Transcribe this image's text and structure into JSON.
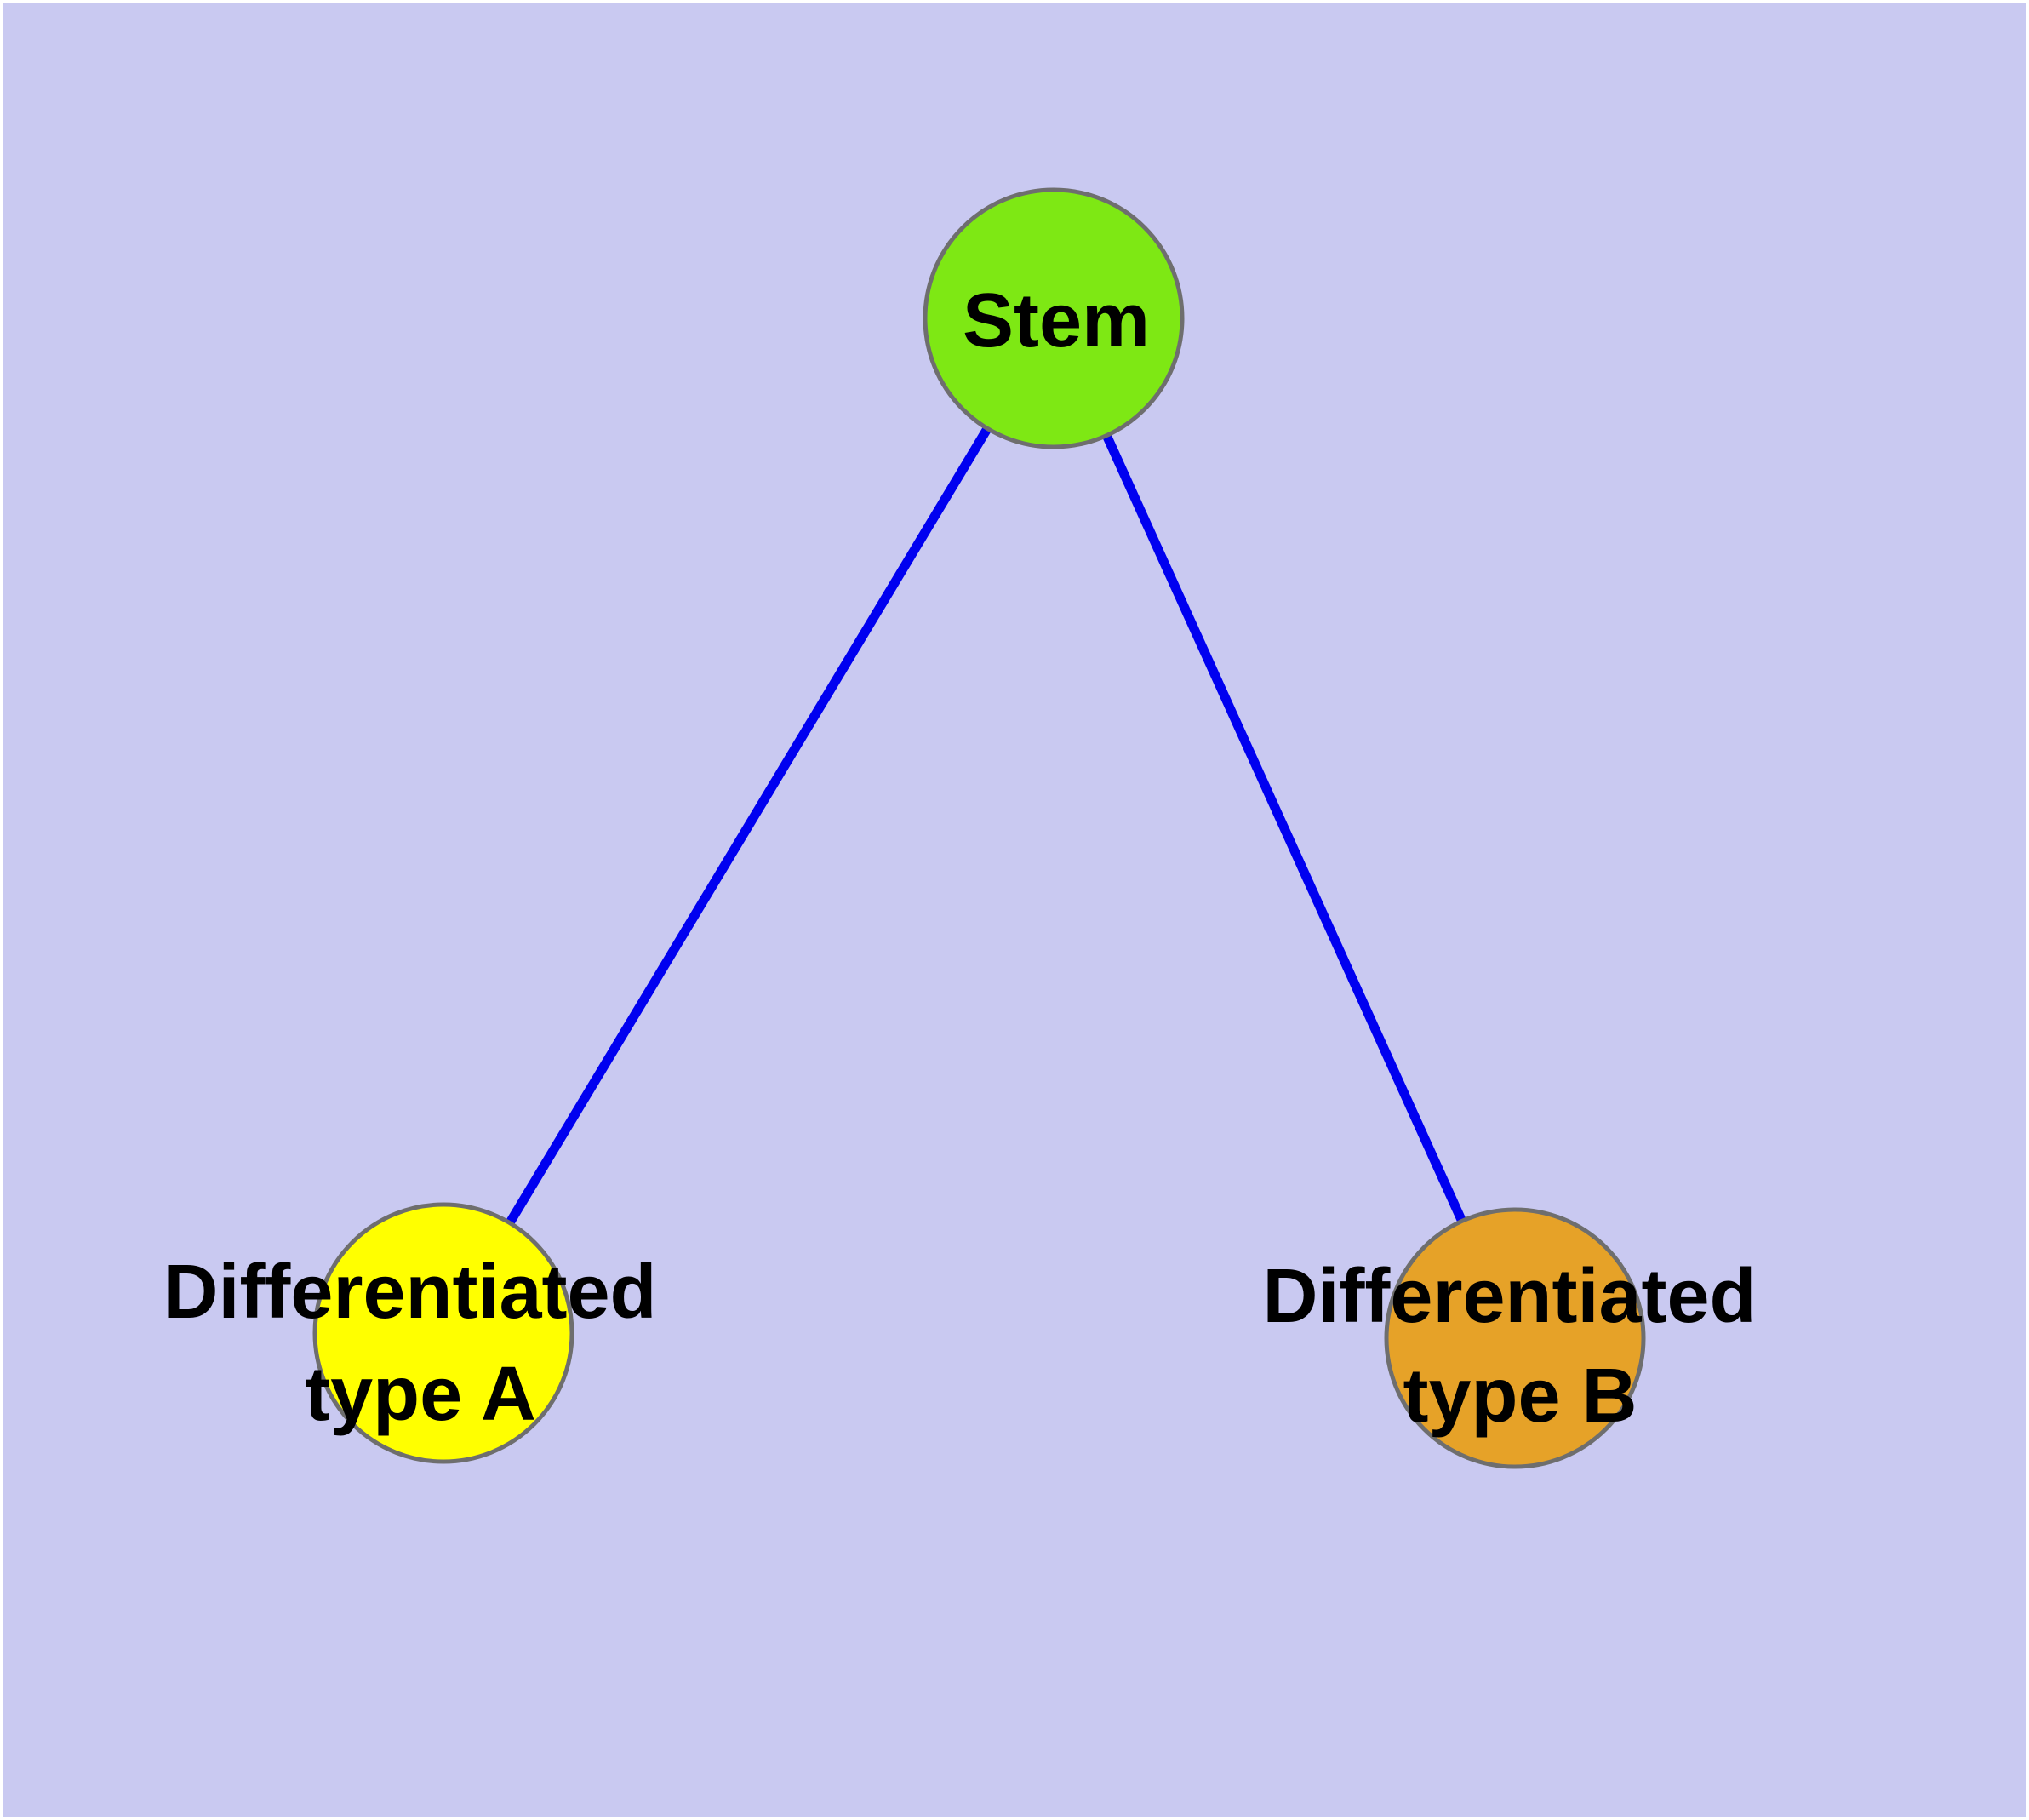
{
  "canvas": {
    "background_color": "#c9c9f1",
    "frame_color": "#ffffff"
  },
  "graph": {
    "styles": {
      "edge_color": "#0000f0",
      "node_border_color": "#6e6e6e",
      "label_color": "#000000"
    },
    "nodes": [
      {
        "id": "stem",
        "label": "Stem",
        "lines": [
          "Stem"
        ],
        "fill_color": "#7ee814",
        "shape": "circle"
      },
      {
        "id": "differentiated-type-a",
        "label": "Differentiated type A",
        "lines": [
          "Differentiated",
          "type A"
        ],
        "fill_color": "#ffff00",
        "shape": "circle"
      },
      {
        "id": "differentiated-type-b",
        "label": "Differentiated type B",
        "lines": [
          "Differentiated",
          "type B"
        ],
        "fill_color": "#e6a228",
        "shape": "circle"
      }
    ],
    "edges": [
      {
        "from": "Stem",
        "to": "Differentiated type A"
      },
      {
        "from": "Stem",
        "to": "Differentiated type B"
      }
    ]
  }
}
